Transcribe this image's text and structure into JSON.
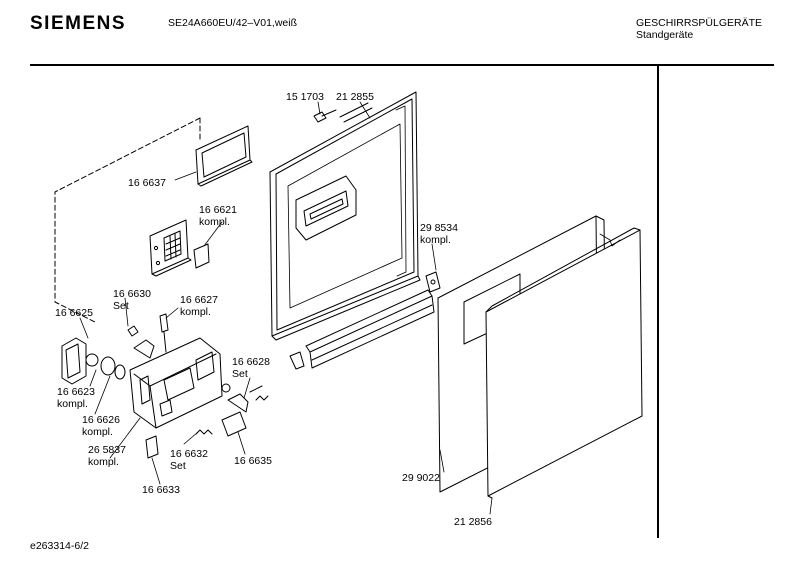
{
  "header": {
    "brand": "SIEMENS",
    "model": "SE24A660EU/42–V01,weiß",
    "category": "GESCHIRRSPÜLGERÄTE",
    "subcategory": "Standgeräte"
  },
  "footer": {
    "doc_id": "e263314-6/2"
  },
  "parts": [
    {
      "id": "p151703",
      "number": "15 1703"
    },
    {
      "id": "p212855",
      "number": "21 2855"
    },
    {
      "id": "p166637",
      "number": "16 6637"
    },
    {
      "id": "p166621",
      "number": "16 6621",
      "note": "kompl."
    },
    {
      "id": "p298534",
      "number": "29 8534",
      "note": "kompl."
    },
    {
      "id": "p166630",
      "number": "16 6630",
      "note": "Set"
    },
    {
      "id": "p166627",
      "number": "16 6627",
      "note": "kompl."
    },
    {
      "id": "p166625",
      "number": "16 6625"
    },
    {
      "id": "p166628",
      "number": "16 6628",
      "note": "Set"
    },
    {
      "id": "p166623",
      "number": "16 6623",
      "note": "kompl."
    },
    {
      "id": "p166626",
      "number": "16 6626",
      "note": "kompl."
    },
    {
      "id": "p265837",
      "number": "26 5837",
      "note": "kompl."
    },
    {
      "id": "p166632",
      "number": "16 6632",
      "note": "Set"
    },
    {
      "id": "p166635",
      "number": "16 6635"
    },
    {
      "id": "p299022",
      "number": "29 9022"
    },
    {
      "id": "p166633",
      "number": "16 6633"
    },
    {
      "id": "p212856",
      "number": "21 2856"
    }
  ]
}
